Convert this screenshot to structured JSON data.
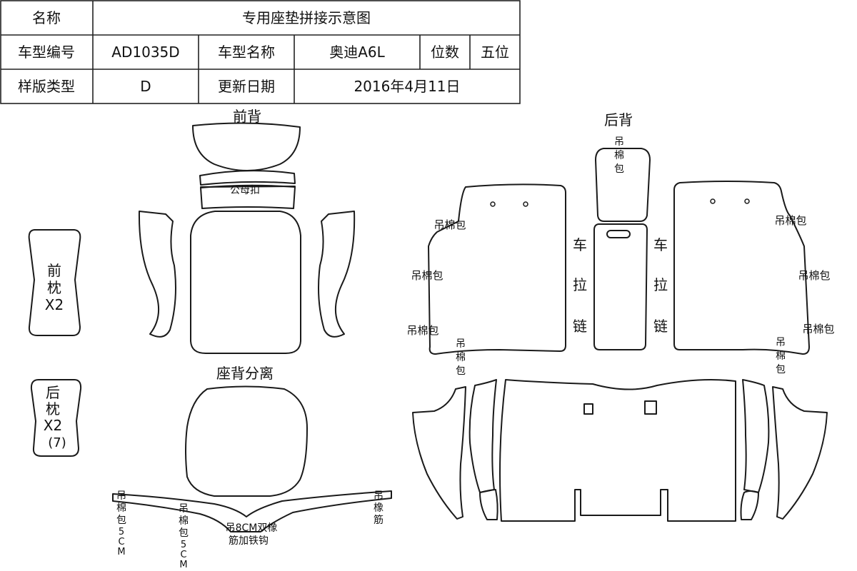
{
  "colors": {
    "line": "#1a1a1a",
    "background": "#ffffff"
  },
  "header": {
    "name_label": "名称",
    "name_value": "专用座垫拼接示意图",
    "model_no_label": "车型编号",
    "model_no_value": "AD1035D",
    "model_name_label": "车型名称",
    "model_name_value": "奥迪A6L",
    "seats_label": "位数",
    "seats_value": "五位",
    "template_label": "样版类型",
    "template_value": "D",
    "date_label": "更新日期",
    "date_value": "2016年4月11日"
  },
  "sections": {
    "front_back": "前背",
    "rear_back": "后背",
    "seat_back_split": "座背分离"
  },
  "pieces": {
    "front_pillow": [
      "前",
      "枕",
      "X2"
    ],
    "rear_pillow": [
      "后",
      "枕",
      "X2",
      "(7)"
    ],
    "clasp": "公母扣",
    "zipper": [
      "车",
      "拉",
      "链"
    ]
  },
  "annotations": {
    "hang_wrap": "吊棉包",
    "hang_wrap_vertical": [
      "吊",
      "棉",
      "包"
    ],
    "hang_wrap_5cm": [
      "吊",
      "棉",
      "包",
      "5",
      "C",
      "M"
    ],
    "rubber_hook": [
      "吊8CM双橡",
      "筋加铁钩"
    ],
    "hang_rubber": [
      "吊",
      "橡",
      "筋"
    ]
  }
}
